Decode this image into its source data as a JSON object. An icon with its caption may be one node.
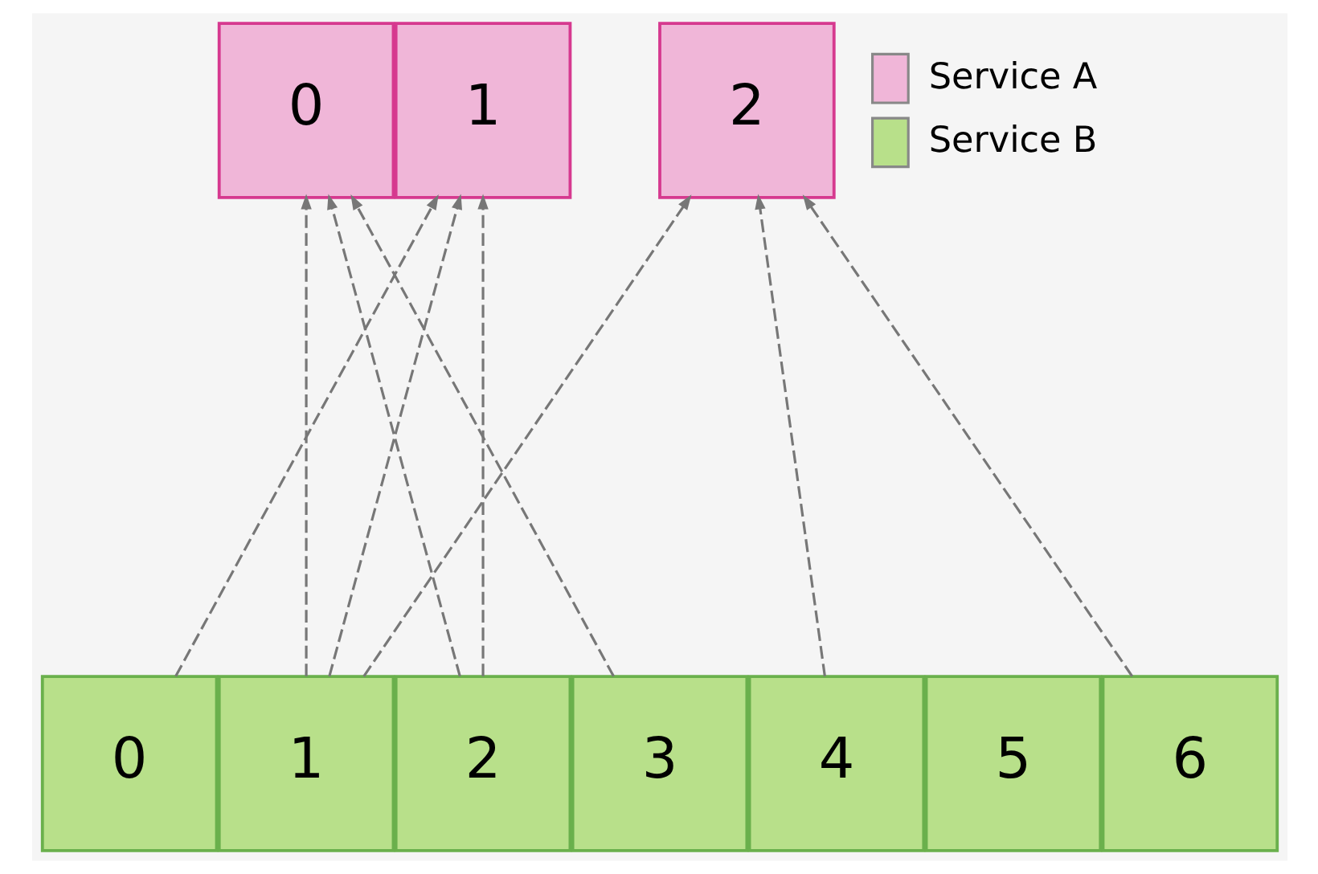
{
  "diagram": {
    "nodes": [
      {
        "text": [
          "0"
        ]
      },
      {
        "text": [
          "1"
        ]
      },
      {
        "text": [
          "2"
        ]
      },
      {
        "text": [
          "0"
        ]
      },
      {
        "text": [
          "1"
        ]
      },
      {
        "text": [
          "2"
        ]
      },
      {
        "text": [
          "3"
        ]
      },
      {
        "text": [
          "4"
        ]
      },
      {
        "text": [
          "5"
        ]
      },
      {
        "text": [
          "6"
        ]
      }
    ],
    "edges": [
      {
        "from": 3,
        "to": 1,
        "arrow": "to",
        "style": "dashed"
      },
      {
        "from": 4,
        "to": 0,
        "arrow": "to",
        "style": "dashed"
      },
      {
        "from": 4,
        "to": 1,
        "arrow": "to",
        "style": "dashed"
      },
      {
        "from": 4,
        "to": 2,
        "arrow": "to",
        "style": "dashed"
      },
      {
        "from": 5,
        "to": 0,
        "arrow": "to",
        "style": "dashed"
      },
      {
        "from": 5,
        "to": 1,
        "arrow": "to",
        "style": "dashed"
      },
      {
        "from": 6,
        "to": 0,
        "arrow": "to",
        "style": "dashed"
      },
      {
        "from": 7,
        "to": 2,
        "arrow": "to",
        "style": "dashed"
      },
      {
        "from": 9,
        "to": 2,
        "arrow": "to",
        "style": "dashed"
      }
    ],
    "legend": [
      {
        "text": "Service A",
        "color": "#f0b6d8"
      },
      {
        "text": "Service B",
        "color": "#b8e08a"
      }
    ]
  }
}
